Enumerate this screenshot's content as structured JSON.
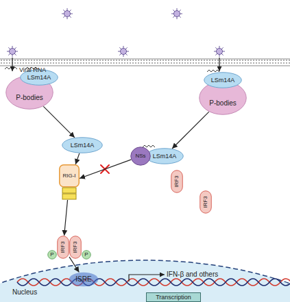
{
  "diagram": {
    "nodes": [
      {
        "text": [
          "P-bodies"
        ]
      },
      {
        "text": [
          "LSm14A"
        ]
      },
      {
        "text": [
          "LSm14A"
        ]
      },
      {
        "text": [
          "RIG-I"
        ]
      },
      {
        "text": [
          "IRF3"
        ]
      },
      {
        "text": [
          "IRF3"
        ]
      },
      {
        "text": [
          "P"
        ]
      },
      {
        "text": [
          "P"
        ]
      },
      {
        "text": [
          "LSm14A"
        ]
      },
      {
        "text": [
          "P-bodies"
        ]
      },
      {
        "text": [
          "NSs"
        ]
      },
      {
        "text": [
          "LSm14A"
        ]
      },
      {
        "text": [
          "IRF3"
        ]
      },
      {
        "text": [
          "IRF3"
        ]
      },
      {
        "text": [
          "Nucleus"
        ]
      },
      {
        "text": [
          "ISRE"
        ],
        "in": 14
      },
      {
        "text": [
          "Transcription"
        ],
        "in": 14
      }
    ],
    "edges": [
      {
        "from": 0,
        "to": 2,
        "arrow": "to"
      },
      {
        "from": 9,
        "to": 11,
        "arrow": "to"
      },
      {
        "from": 2,
        "to": 3,
        "arrow": "to"
      },
      {
        "from": 10,
        "to": 3,
        "arrow": "to"
      },
      {
        "from": 3,
        "to": 4,
        "arrow": "to"
      },
      {
        "from": 4,
        "to": 15,
        "arrow": "to"
      }
    ],
    "labels": [
      "Viral RNA",
      "IFN-β and others"
    ]
  }
}
